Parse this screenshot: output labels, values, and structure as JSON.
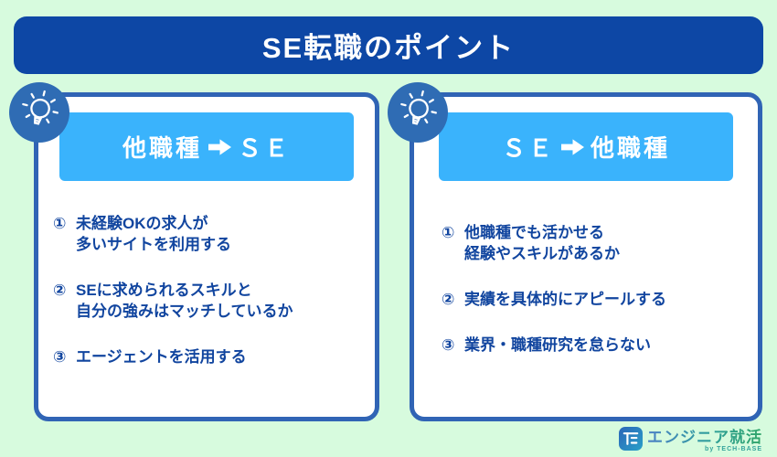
{
  "title": {
    "text": "SE転職のポイント"
  },
  "cards": [
    {
      "header": {
        "before": "他職種",
        "after": "ＳＥ"
      },
      "items": [
        {
          "num": "①",
          "lines": [
            "未経験OKの求人が",
            "多いサイトを利用する"
          ]
        },
        {
          "num": "②",
          "lines": [
            "SEに求められるスキルと",
            "自分の強みはマッチしているか"
          ]
        },
        {
          "num": "③",
          "lines": [
            "エージェントを活用する"
          ]
        }
      ]
    },
    {
      "header": {
        "before": "ＳＥ",
        "after": "他職種"
      },
      "items": [
        {
          "num": "①",
          "lines": [
            "他職種でも活かせる",
            "経験やスキルがあるか"
          ]
        },
        {
          "num": "②",
          "lines": [
            "実績を具体的にアピールする"
          ]
        },
        {
          "num": "③",
          "lines": [
            "業界・職種研究を怠らない"
          ]
        }
      ]
    }
  ],
  "footer": {
    "brand": "エンジニア就活",
    "sub": "by TECH-BASE"
  },
  "icons": {
    "lightbulb": "lightbulb-icon",
    "arrow": "arrow-right-icon",
    "brand_monogram": "te-monogram-icon"
  },
  "colors": {
    "background": "#d7fbde",
    "title_bar": "#0d47a5",
    "card_border": "#3064b5",
    "header_bg": "#3ab3fc",
    "body_text": "#11459f",
    "bulb_circle": "#2f6cb4",
    "brand_teal": "#35a49c"
  }
}
